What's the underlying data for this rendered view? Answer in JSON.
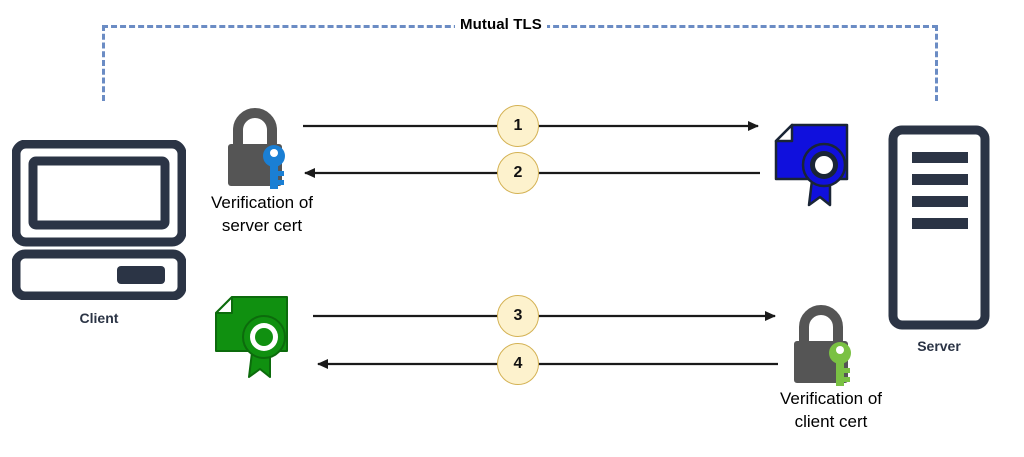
{
  "diagram": {
    "title": "Mutual TLS",
    "bracket_label": "Mutual TLS",
    "bracket_color": "#6b8cc4",
    "background": "#ffffff"
  },
  "nodes": {
    "client": {
      "label": "Client",
      "icon": "desktop-computer-icon",
      "color": "#2b3445"
    },
    "server": {
      "label": "Server",
      "icon": "server-rack-icon",
      "color": "#2b3445"
    }
  },
  "icons": {
    "lock_server_verify": {
      "name": "padlock-with-blue-key-icon",
      "body_color": "#555555",
      "key_color": "#1a7fd4"
    },
    "lock_client_verify": {
      "name": "padlock-with-green-key-icon",
      "body_color": "#555555",
      "key_color": "#7ac143"
    },
    "cert_server": {
      "name": "blue-certificate-icon",
      "fill": "#1010dd",
      "stroke": "#1a2536"
    },
    "cert_client": {
      "name": "green-certificate-icon",
      "fill": "#109010",
      "stroke": "#0c6b0c"
    }
  },
  "annotations": {
    "verify_server_cert_line1": "Verification of",
    "verify_server_cert_line2": "server cert",
    "verify_client_cert_line1": "Verification of",
    "verify_client_cert_line2": "client cert"
  },
  "steps": [
    {
      "number": "1",
      "direction": "right",
      "from": "client-lock",
      "to": "server-cert"
    },
    {
      "number": "2",
      "direction": "left",
      "from": "server-cert",
      "to": "client-lock"
    },
    {
      "number": "3",
      "direction": "right",
      "from": "client-cert",
      "to": "server-lock"
    },
    {
      "number": "4",
      "direction": "left",
      "from": "server-lock",
      "to": "client-cert"
    }
  ],
  "colors": {
    "circle_fill": "#fdf2cd",
    "circle_border": "#d4b254",
    "arrow": "#1a1a1a",
    "dark_navy": "#2b3445"
  }
}
